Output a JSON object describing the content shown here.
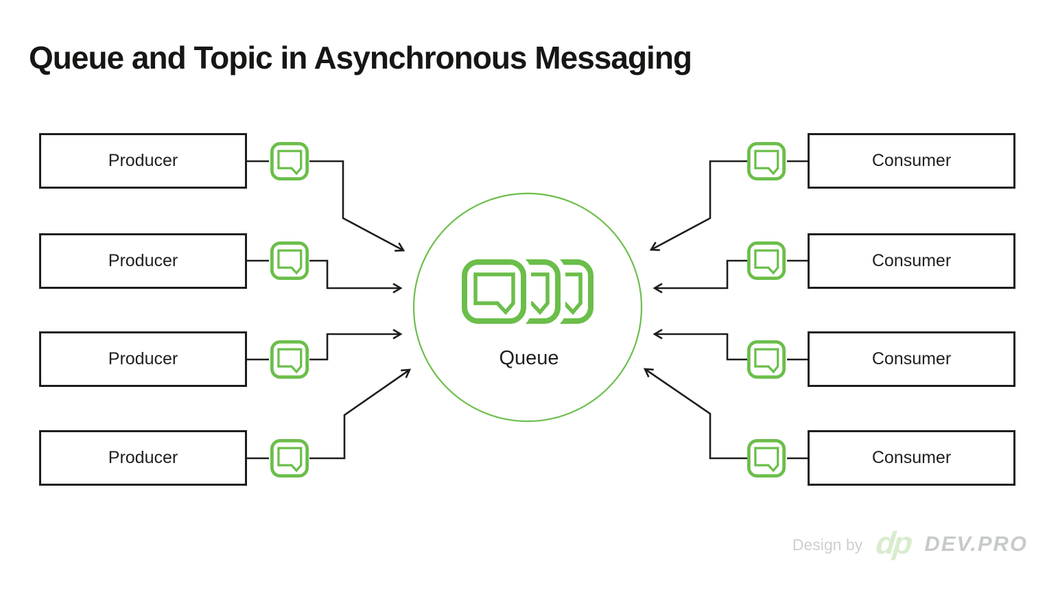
{
  "title": "Queue and Topic in Asynchronous Messaging",
  "producers": [
    {
      "label": "Producer"
    },
    {
      "label": "Producer"
    },
    {
      "label": "Producer"
    },
    {
      "label": "Producer"
    }
  ],
  "consumers": [
    {
      "label": "Consumer"
    },
    {
      "label": "Consumer"
    },
    {
      "label": "Consumer"
    },
    {
      "label": "Consumer"
    }
  ],
  "queue": {
    "label": "Queue"
  },
  "footer": {
    "design_by": "Design by",
    "logo_text": "dp",
    "brand": "DEV.PRO"
  },
  "icons": {
    "message": "message-bubble-icon",
    "queue_stack": "message-stack-icon",
    "arrowhead": "open-arrowhead-icon"
  },
  "colors": {
    "green": "#6BBE4A",
    "ink": "#1D1D1B",
    "footer-gray": "#C7CBC8",
    "footer-light": "#CDD0CD",
    "footer-green": "#D9ECCE"
  }
}
